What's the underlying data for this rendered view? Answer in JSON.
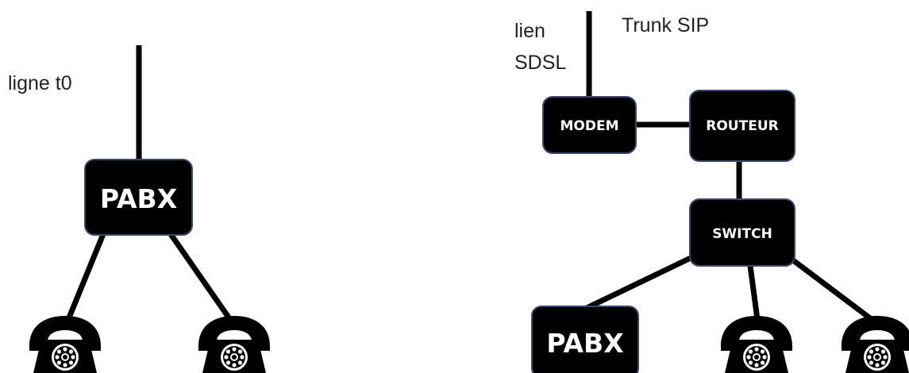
{
  "left": {
    "line_label": "ligne t0",
    "pabx_label": "PABX"
  },
  "right": {
    "link_label_line1": "lien",
    "link_label_line2": "SDSL",
    "trunk_label": "Trunk SIP",
    "modem_label": "MODEM",
    "router_label": "ROUTEUR",
    "switch_label": "SWITCH",
    "pabx_label": "PABX"
  },
  "icons": [
    "telephone-icon",
    "telephone-icon",
    "telephone-icon",
    "telephone-icon"
  ],
  "colors": {
    "box_fill": "#000000",
    "box_border": "#3a4a6a",
    "wire": "#000000",
    "text": "#222222"
  }
}
